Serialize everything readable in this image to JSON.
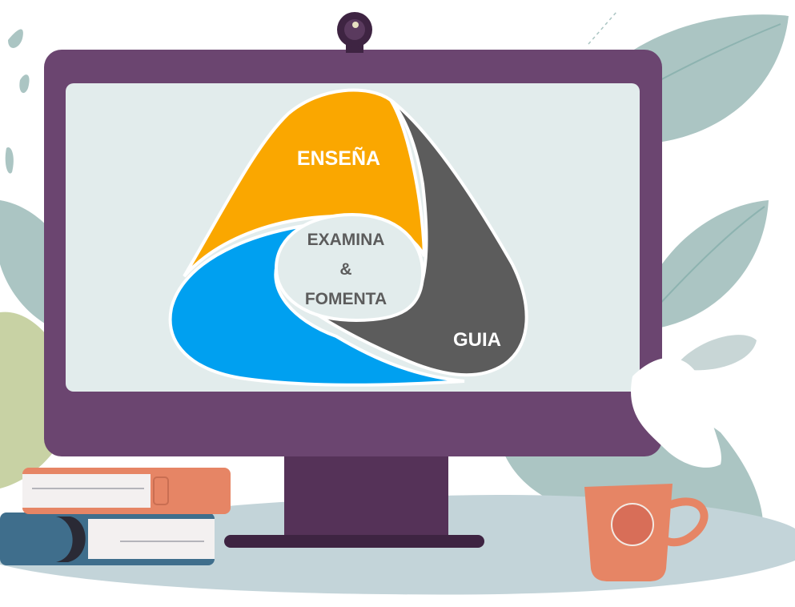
{
  "diagram": {
    "segments": [
      {
        "id": "top",
        "label": "ENSEÑA",
        "color": "#FAA700"
      },
      {
        "id": "right",
        "label": "GUIA",
        "color": "#5C5C5C"
      },
      {
        "id": "left",
        "label": "",
        "color": "#00A0F0"
      }
    ],
    "center": {
      "line1": "EXAMINA",
      "line2": "&",
      "line3": "FOMENTA",
      "text_color": "#5C5C5C",
      "fill": "#E2ECEC"
    }
  },
  "illustration": {
    "monitor_color": "#6B4570",
    "screen_color": "#E2ECEC",
    "stand_color": "#553258",
    "desk_color": "#C3D4D9",
    "leaf_color": "#ABC5C3",
    "mug_color": "#E68565",
    "book_top_color": "#E68565",
    "book_bottom_color": "#3F6E8C",
    "webcam_icon": "webcam-icon"
  }
}
